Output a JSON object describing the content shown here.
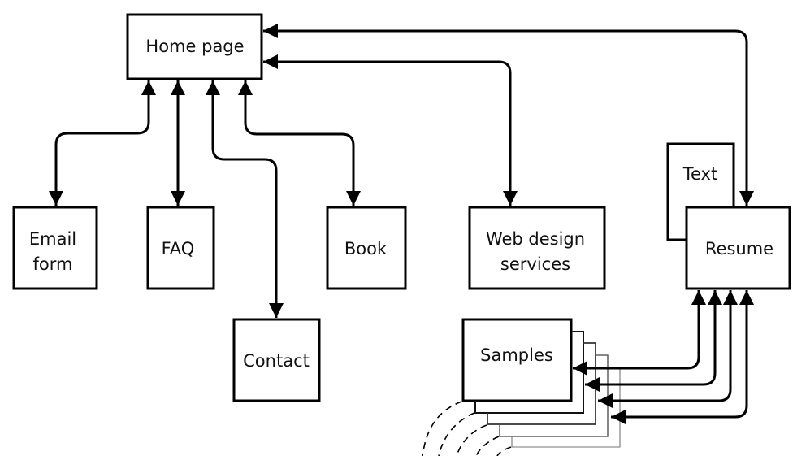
{
  "diagram": {
    "type": "site-map",
    "colors": {
      "stroke": "#000000",
      "background": "#ffffff",
      "text": "#111111"
    },
    "nodes": {
      "home": {
        "lines": [
          "Home page"
        ]
      },
      "email": {
        "lines": [
          "Email",
          "form"
        ]
      },
      "faq": {
        "lines": [
          "FAQ"
        ]
      },
      "contact": {
        "lines": [
          "Contact"
        ]
      },
      "book": {
        "lines": [
          "Book"
        ]
      },
      "webdesign": {
        "lines": [
          "Web design",
          "services"
        ]
      },
      "text": {
        "lines": [
          "Text"
        ]
      },
      "resume": {
        "lines": [
          "Resume"
        ]
      },
      "samples": {
        "lines": [
          "Samples"
        ]
      }
    },
    "edges": [
      {
        "from": "home",
        "to": "email",
        "direction": "both"
      },
      {
        "from": "home",
        "to": "faq",
        "direction": "both"
      },
      {
        "from": "home",
        "to": "contact",
        "direction": "both"
      },
      {
        "from": "home",
        "to": "book",
        "direction": "both"
      },
      {
        "from": "home",
        "to": "webdesign",
        "direction": "both"
      },
      {
        "from": "home",
        "to": "resume",
        "direction": "both"
      },
      {
        "from": "resume",
        "to": "samples",
        "direction": "both",
        "count": 4
      }
    ]
  }
}
